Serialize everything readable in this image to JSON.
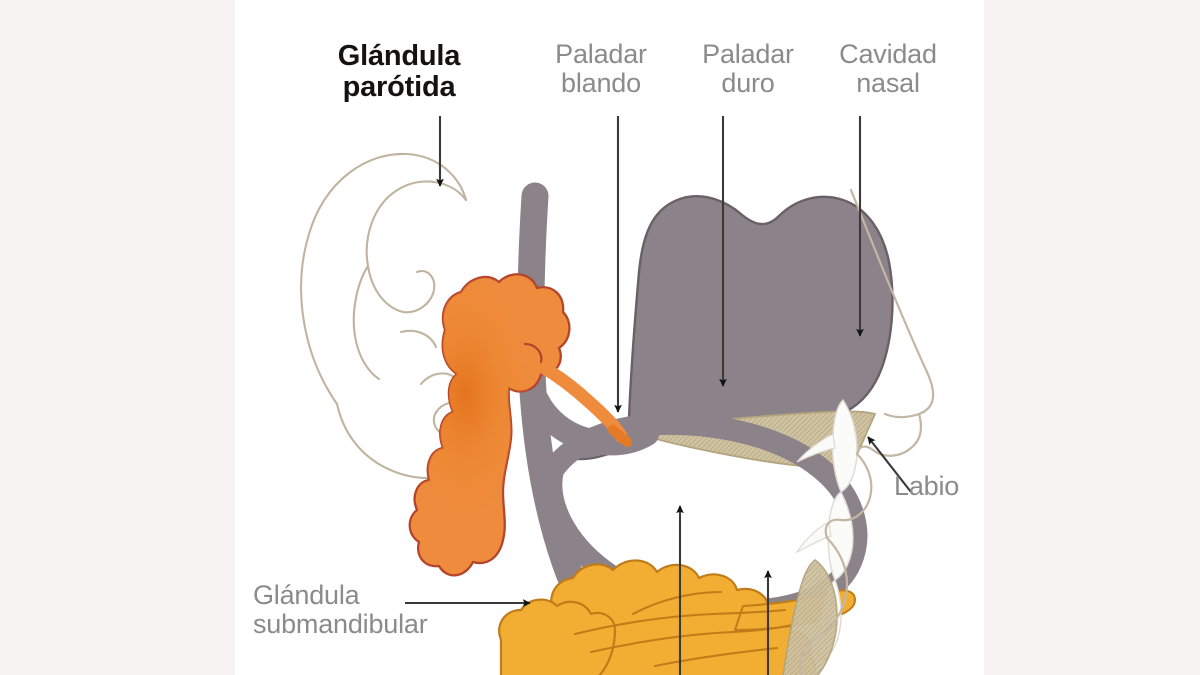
{
  "figure": {
    "title_label": "Glándula parótida",
    "subject": "sagittal section of head showing salivary glands",
    "background_color": "#ffffff",
    "margin_color": "#f6f2f2"
  },
  "palette": {
    "parotid_orange": "#EE8B3C",
    "parotid_outline": "#B4442B",
    "submandibular_amber": "#F2AE33",
    "submandibular_outline": "#C07C18",
    "tissue_gray": "#8C8289",
    "tissue_gray_outline": "#6E646B",
    "bone_tan": "#CFC3A2",
    "bone_tan_outline": "#B5A985",
    "skin_outline": "#C9BEAC",
    "tooth_white": "#FBFBFA",
    "tooth_shadow": "#D9D6D2",
    "label_gray": "#8b8b8b",
    "label_black": "#17120f",
    "arrow_color": "#3a3a3a"
  },
  "labels": [
    {
      "id": "parotid",
      "text": "Glándula\nparótida",
      "style": "bold",
      "color": "#17120f",
      "align": "center",
      "arrow": "vertical-down",
      "points_to": "parotid-gland"
    },
    {
      "id": "soft_palate",
      "text": "Paladar\nblando",
      "style": "gray",
      "color": "#8b8b8b",
      "align": "center",
      "arrow": "vertical-down",
      "points_to": "soft-palate"
    },
    {
      "id": "hard_palate",
      "text": "Paladar\nduro",
      "style": "gray",
      "color": "#8b8b8b",
      "align": "center",
      "arrow": "vertical-down",
      "points_to": "hard-palate"
    },
    {
      "id": "nasal_cavity",
      "text": "Cavidad\nnasal",
      "style": "gray",
      "color": "#8b8b8b",
      "align": "center",
      "arrow": "vertical-down",
      "points_to": "nasal-cavity"
    },
    {
      "id": "lip",
      "text": "Labio",
      "style": "gray",
      "color": "#8b8b8b",
      "align": "left",
      "arrow": "diagonal-up-left",
      "points_to": "lip"
    },
    {
      "id": "submandibular",
      "text": "Glándula\nsubmandibular",
      "style": "gray",
      "color": "#8b8b8b",
      "align": "left",
      "arrow": "horizontal-right",
      "points_to": "submandibular-gland"
    }
  ],
  "label_text": {
    "parotid": "Glándula\nparótida",
    "soft_palate": "Paladar\nblando",
    "hard_palate": "Paladar\nduro",
    "nasal_cavity": "Cavidad\nnasal",
    "lip": "Labio",
    "submandibular": "Glándula\nsubmandibular"
  },
  "anatomy_parts": [
    {
      "name": "ear-outline",
      "color": "#C9BEAC",
      "filled": false
    },
    {
      "name": "parotid-gland",
      "color": "#EE8B3C",
      "filled": true
    },
    {
      "name": "parotid-duct",
      "color": "#EE8B3C",
      "filled": true
    },
    {
      "name": "submandibular-gland",
      "color": "#F2AE33",
      "filled": true
    },
    {
      "name": "submandibular-duct",
      "color": "#F2AE33",
      "filled": true
    },
    {
      "name": "nasal-cavity-tissue",
      "color": "#8C8289",
      "filled": true
    },
    {
      "name": "soft-palate",
      "color": "#8C8289",
      "filled": true
    },
    {
      "name": "hard-palate",
      "color": "#CFC3A2",
      "filled": true
    },
    {
      "name": "tongue",
      "color": "#8C8289",
      "filled": true
    },
    {
      "name": "mandible",
      "color": "#8C8289",
      "filled": true
    },
    {
      "name": "teeth",
      "color": "#FBFBFA",
      "filled": true
    },
    {
      "name": "face-profile-outline",
      "color": "#C9BEAC",
      "filled": false
    },
    {
      "name": "unlabeled-arrow-left",
      "color": "#3a3a3a",
      "filled": true
    },
    {
      "name": "unlabeled-arrow-right",
      "color": "#3a3a3a",
      "filled": true
    }
  ]
}
